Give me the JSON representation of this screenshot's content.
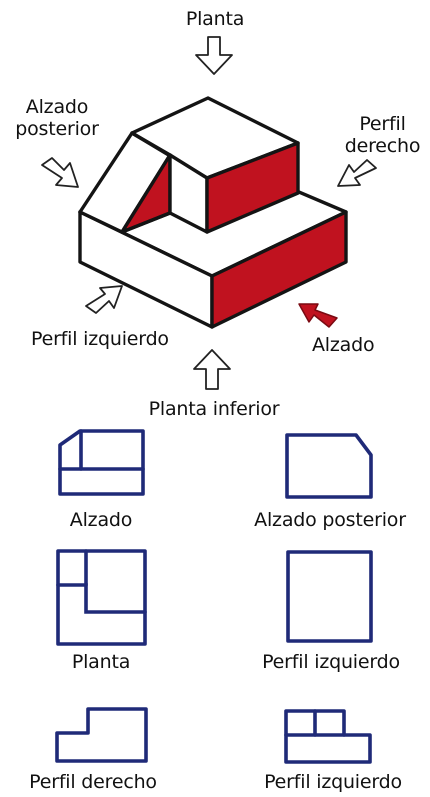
{
  "colors": {
    "face_red": "#c0121f",
    "outline": "#141414",
    "view_outline": "#1f2a78",
    "arrow_red": "#c0121f"
  },
  "isometric": {
    "arrows": {
      "top": "Planta",
      "back": "Alzado posterior",
      "right": "Perfil derecho",
      "left": "Perfil izquierdo",
      "front": "Alzado",
      "bottom": "Planta inferior"
    }
  },
  "views": [
    {
      "label": "Alzado"
    },
    {
      "label": "Alzado posterior"
    },
    {
      "label": "Planta"
    },
    {
      "label": "Perfil izquierdo"
    },
    {
      "label": "Perfil derecho"
    },
    {
      "label": "Perfil izquierdo"
    }
  ]
}
